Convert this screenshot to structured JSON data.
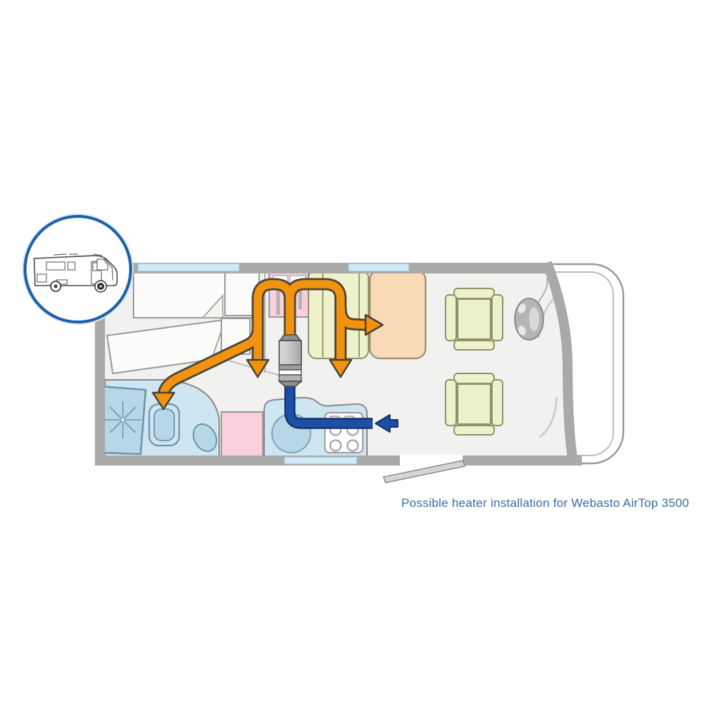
{
  "page": {
    "background_color": "#ffffff"
  },
  "inset": {
    "icon": "motorhome-side-view-icon",
    "border_color": "#1d5fa8"
  },
  "floorplan": {
    "parts": [
      "vehicle-body",
      "cab-nose",
      "windshield-wall",
      "window-strips",
      "rear-bed-upper",
      "rear-bed-lower",
      "rear-cabinets",
      "wardrobe",
      "dinette-bench",
      "front-bed",
      "driver-seat",
      "passenger-seat",
      "steering-wheel",
      "bathroom",
      "shower",
      "toilet",
      "washbasin",
      "kitchen-block",
      "kitchen-sink",
      "stove",
      "entry-door",
      "heater-unit",
      "warm-air-ducts",
      "warm-air-outlets",
      "air-intake-pipe",
      "air-intake-arrow"
    ],
    "colors": {
      "wall": "#a9a9a9",
      "floor": "#f1f1ef",
      "window": "#cfe9f6",
      "warm_air_duct": "#f2930f",
      "duct_outline": "#4c4335",
      "cold_air_pipe": "#1d4fa6",
      "cold_air_outline": "#12306b",
      "wet_room": "#cde6f2",
      "wet_room_dark": "#b7d6e6",
      "wardrobe_pink": "#f8cfdb",
      "seat_green": "#eef2cb",
      "bed_peach": "#f9dab7",
      "heater_gray": "#c4c4c4"
    }
  },
  "caption": {
    "text": "Possible heater installation for Webasto AirTop 3500",
    "color": "#3b6ba5"
  }
}
